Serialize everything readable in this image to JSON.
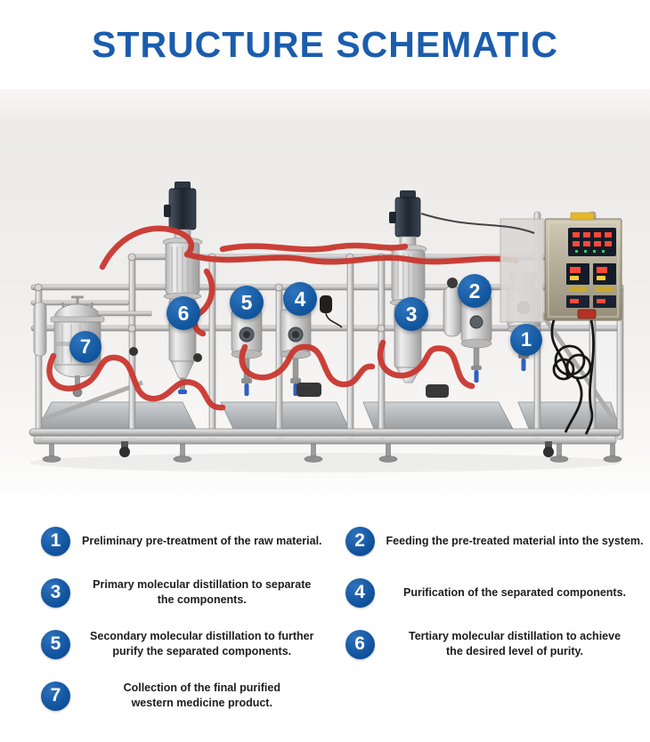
{
  "title": "STRUCTURE SCHEMATIC",
  "theme": {
    "title_color": "#1b5dad",
    "badge_color": "#11539e",
    "hose_color": "#c9372f"
  },
  "equipment": {
    "callouts": [
      {
        "num": "7"
      },
      {
        "num": "6"
      },
      {
        "num": "5"
      },
      {
        "num": "4"
      },
      {
        "num": "3"
      },
      {
        "num": "2"
      },
      {
        "num": "1"
      }
    ]
  },
  "legend": {
    "items": [
      {
        "num": "1",
        "lines": [
          "Preliminary pre-treatment of the raw material."
        ]
      },
      {
        "num": "2",
        "lines": [
          "Feeding the pre-treated material into the system."
        ]
      },
      {
        "num": "3",
        "lines": [
          "Primary molecular distillation to separate",
          "the components."
        ]
      },
      {
        "num": "4",
        "lines": [
          "Purification of the separated components."
        ]
      },
      {
        "num": "5",
        "lines": [
          "Secondary molecular distillation to further",
          "purify the separated components."
        ]
      },
      {
        "num": "6",
        "lines": [
          "Tertiary molecular distillation to achieve",
          "the desired level of purity."
        ]
      },
      {
        "num": "7",
        "lines": [
          "Collection of the final purified",
          "western medicine product."
        ]
      }
    ]
  }
}
